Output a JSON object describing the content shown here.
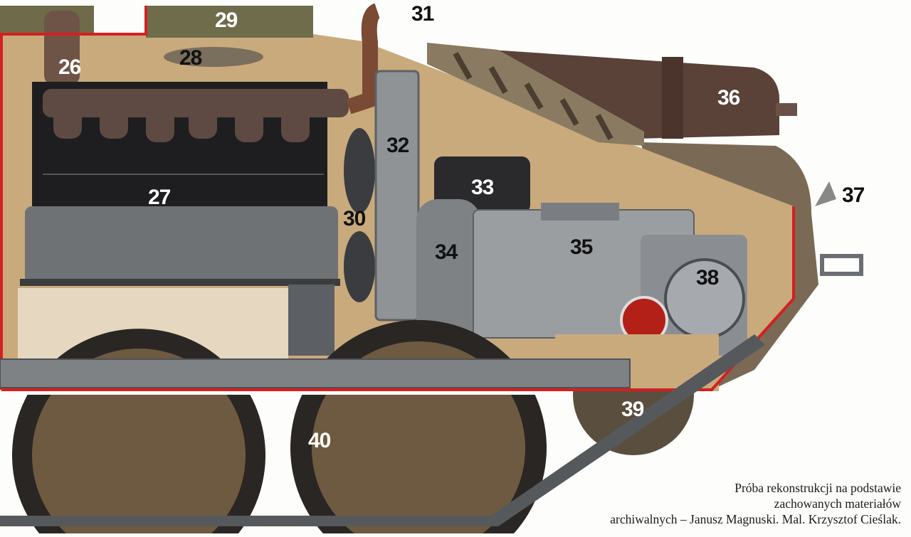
{
  "labels": {
    "n26": "26",
    "n27": "27",
    "n28": "28",
    "n29": "29",
    "n30": "30",
    "n31": "31",
    "n32": "32",
    "n33": "33",
    "n34": "34",
    "n35": "35",
    "n36": "36",
    "n37": "37",
    "n38": "38",
    "n39": "39",
    "n40": "40"
  },
  "caption": {
    "line1": "Próba rekonstrukcji na podstawie",
    "line2": "zachowanych materiałów",
    "line3": "archiwalnych – Janusz Magnuski. Mal. Krzysztof Cieślak."
  },
  "colors": {
    "hull_outline": "#d42020",
    "interior": "#c9aa7c",
    "steel": "#8f9396",
    "exhaust": "#5a4238"
  }
}
